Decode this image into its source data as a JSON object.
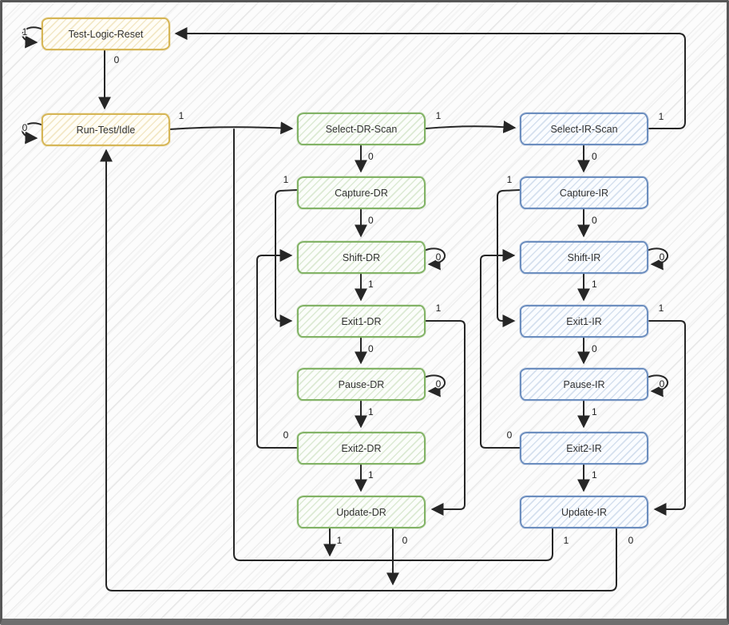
{
  "palette": {
    "yellow_fill": "#fff2cc",
    "yellow_border": "#d6b656",
    "green_fill": "#d5e8d4",
    "green_border": "#82b366",
    "blue_fill": "#dae8fc",
    "blue_border": "#6c8ebf",
    "edge": "#262626",
    "text": "#333333"
  },
  "states": [
    {
      "id": "test-logic-reset",
      "label": "Test-Logic-Reset",
      "color": "yellow"
    },
    {
      "id": "run-test-idle",
      "label": "Run-Test/Idle",
      "color": "yellow"
    },
    {
      "id": "select-dr-scan",
      "label": "Select-DR-Scan",
      "color": "green"
    },
    {
      "id": "capture-dr",
      "label": "Capture-DR",
      "color": "green"
    },
    {
      "id": "shift-dr",
      "label": "Shift-DR",
      "color": "green"
    },
    {
      "id": "exit1-dr",
      "label": "Exit1-DR",
      "color": "green"
    },
    {
      "id": "pause-dr",
      "label": "Pause-DR",
      "color": "green"
    },
    {
      "id": "exit2-dr",
      "label": "Exit2-DR",
      "color": "green"
    },
    {
      "id": "update-dr",
      "label": "Update-DR",
      "color": "green"
    },
    {
      "id": "select-ir-scan",
      "label": "Select-IR-Scan",
      "color": "blue"
    },
    {
      "id": "capture-ir",
      "label": "Capture-IR",
      "color": "blue"
    },
    {
      "id": "shift-ir",
      "label": "Shift-IR",
      "color": "blue"
    },
    {
      "id": "exit1-ir",
      "label": "Exit1-IR",
      "color": "blue"
    },
    {
      "id": "pause-ir",
      "label": "Pause-IR",
      "color": "blue"
    },
    {
      "id": "exit2-ir",
      "label": "Exit2-IR",
      "color": "blue"
    },
    {
      "id": "update-ir",
      "label": "Update-IR",
      "color": "blue"
    }
  ],
  "transitions": [
    {
      "from": "test-logic-reset",
      "to": "test-logic-reset",
      "label": "1"
    },
    {
      "from": "test-logic-reset",
      "to": "run-test-idle",
      "label": "0"
    },
    {
      "from": "run-test-idle",
      "to": "run-test-idle",
      "label": "0"
    },
    {
      "from": "run-test-idle",
      "to": "select-dr-scan",
      "label": "1"
    },
    {
      "from": "select-dr-scan",
      "to": "select-ir-scan",
      "label": "1"
    },
    {
      "from": "select-dr-scan",
      "to": "capture-dr",
      "label": "0"
    },
    {
      "from": "capture-dr",
      "to": "shift-dr",
      "label": "0"
    },
    {
      "from": "capture-dr",
      "to": "exit1-dr",
      "label": "1"
    },
    {
      "from": "shift-dr",
      "to": "shift-dr",
      "label": "0"
    },
    {
      "from": "shift-dr",
      "to": "exit1-dr",
      "label": "1"
    },
    {
      "from": "exit1-dr",
      "to": "pause-dr",
      "label": "0"
    },
    {
      "from": "exit1-dr",
      "to": "update-dr",
      "label": "1"
    },
    {
      "from": "pause-dr",
      "to": "pause-dr",
      "label": "0"
    },
    {
      "from": "pause-dr",
      "to": "exit2-dr",
      "label": "1"
    },
    {
      "from": "exit2-dr",
      "to": "shift-dr",
      "label": "0"
    },
    {
      "from": "exit2-dr",
      "to": "update-dr",
      "label": "1"
    },
    {
      "from": "update-dr",
      "to": "select-dr-scan",
      "label": "1"
    },
    {
      "from": "update-dr",
      "to": "run-test-idle",
      "label": "0"
    },
    {
      "from": "select-ir-scan",
      "to": "test-logic-reset",
      "label": "1"
    },
    {
      "from": "select-ir-scan",
      "to": "capture-ir",
      "label": "0"
    },
    {
      "from": "capture-ir",
      "to": "shift-ir",
      "label": "0"
    },
    {
      "from": "capture-ir",
      "to": "exit1-ir",
      "label": "1"
    },
    {
      "from": "shift-ir",
      "to": "shift-ir",
      "label": "0"
    },
    {
      "from": "shift-ir",
      "to": "exit1-ir",
      "label": "1"
    },
    {
      "from": "exit1-ir",
      "to": "pause-ir",
      "label": "0"
    },
    {
      "from": "exit1-ir",
      "to": "update-ir",
      "label": "1"
    },
    {
      "from": "pause-ir",
      "to": "pause-ir",
      "label": "0"
    },
    {
      "from": "pause-ir",
      "to": "exit2-ir",
      "label": "1"
    },
    {
      "from": "exit2-ir",
      "to": "shift-ir",
      "label": "0"
    },
    {
      "from": "exit2-ir",
      "to": "update-ir",
      "label": "1"
    },
    {
      "from": "update-ir",
      "to": "select-dr-scan",
      "label": "1"
    },
    {
      "from": "update-ir",
      "to": "run-test-idle",
      "label": "0"
    }
  ]
}
